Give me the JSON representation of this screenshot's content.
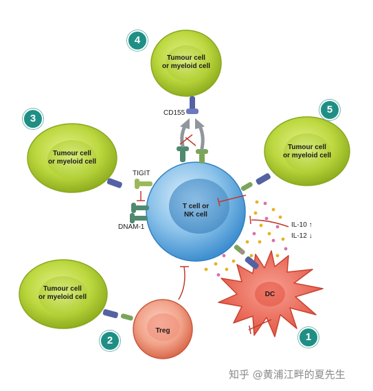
{
  "cells": {
    "tumour_label": "Tumour cell\nor myeloid cell",
    "tcell_label": "T cell or\nNK cell",
    "treg_label": "Treg",
    "dc_label": "DC"
  },
  "receptors": {
    "tigit": "TIGIT",
    "dnam1": "DNAM-1",
    "cd155": "CD155"
  },
  "cytokines": {
    "il10": "IL-10 ↑",
    "il12": "IL-12 ↓"
  },
  "badges": [
    "1",
    "2",
    "3",
    "4",
    "5"
  ],
  "watermark": "知乎 @黄浦江畔的夏先生",
  "colors": {
    "tumour": "#b5d43a",
    "tcell": "#5aa7dc",
    "treg": "#e87f64",
    "dc": "#ef6a58",
    "badge": "#1f8f85",
    "inhibit": "#c0392b"
  }
}
